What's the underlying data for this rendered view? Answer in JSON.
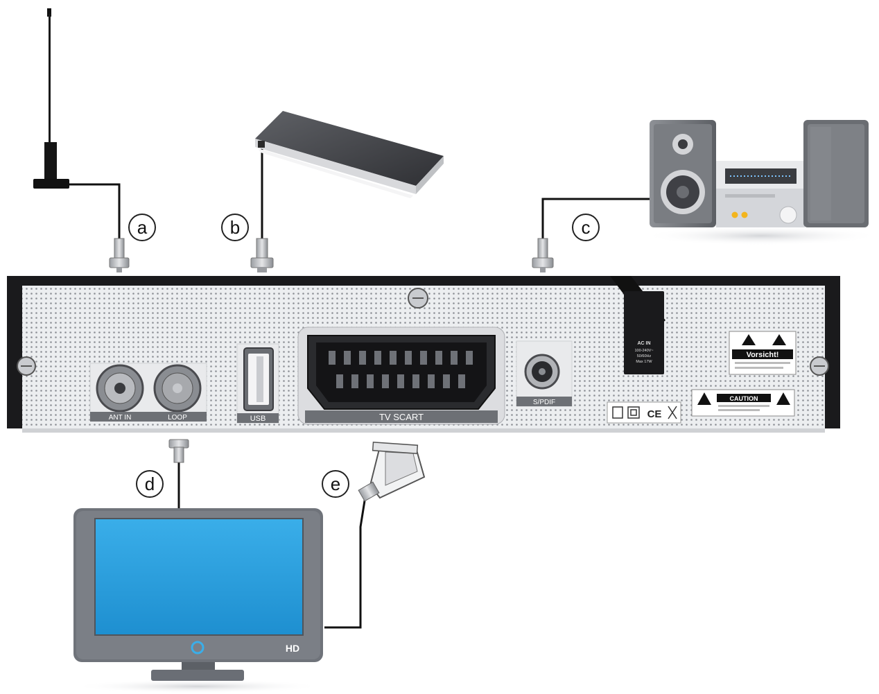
{
  "callouts": {
    "a": "a",
    "b": "b",
    "c": "c",
    "d": "d",
    "e": "e"
  },
  "receiver": {
    "ant_in": "ANT IN",
    "loop": "LOOP",
    "usb": "USB",
    "tv_scart": "TV SCART",
    "spdif": "S/PDIF",
    "ac_in": "AC IN",
    "ac_spec_1": "100-240V~",
    "ac_spec_2": "50/60Hz",
    "ac_spec_3": "Max 17W",
    "vorsicht": "Vorsicht!",
    "caution": "CAUTION",
    "ce": "CE"
  },
  "tv": {
    "badge": "HD"
  },
  "colors": {
    "panel": "#e6e7ea",
    "frame": "#1a1a1c",
    "screen": "#2fa3e2",
    "tv_bezel": "#6f737a",
    "cable": "#111111"
  }
}
